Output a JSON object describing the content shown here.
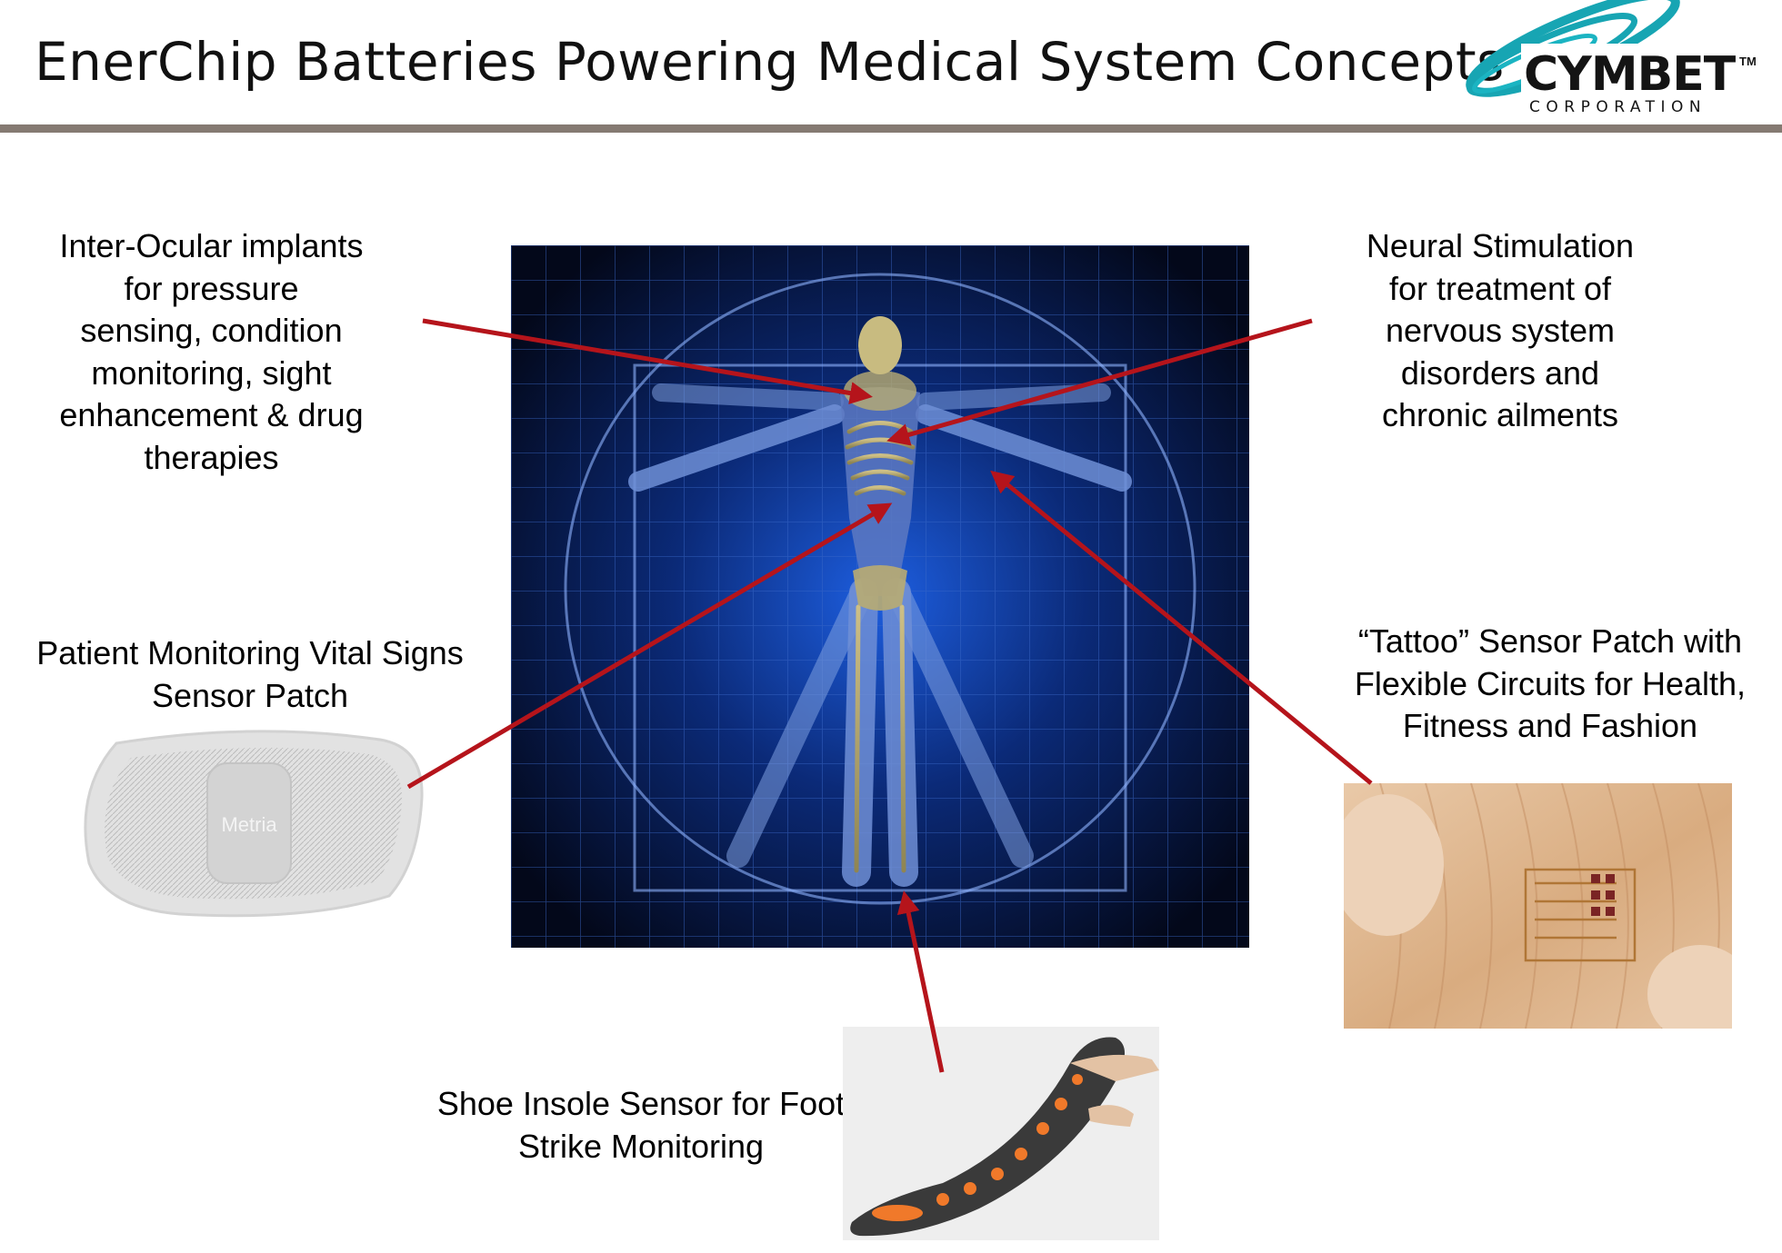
{
  "header": {
    "title": "EnerChip Batteries Powering Medical System Concepts",
    "logo_word": "CYMBET",
    "logo_tm": "TM",
    "logo_sub": "CORPORATION"
  },
  "captions": {
    "ocular": "Inter-Ocular implants\nfor pressure\nsensing, condition\nmonitoring, sight\nenhancement & drug\ntherapies",
    "neural": "Neural Stimulation\nfor treatment of\nnervous system\ndisorders and\nchronic ailments",
    "patient": "Patient Monitoring Vital Signs\nSensor Patch",
    "tattoo": "“Tattoo” Sensor Patch with\nFlexible Circuits for Health,\nFitness and Fashion",
    "shoe": "Shoe Insole Sensor  for Foot\nStrike Monitoring"
  },
  "patch_label": "Metria",
  "colors": {
    "arrow": "#b5141b",
    "rule": "#857a72",
    "logo_teal": "#17a5b3",
    "panel_dark": "#03081a",
    "panel_glow": "#1d5ee0"
  }
}
